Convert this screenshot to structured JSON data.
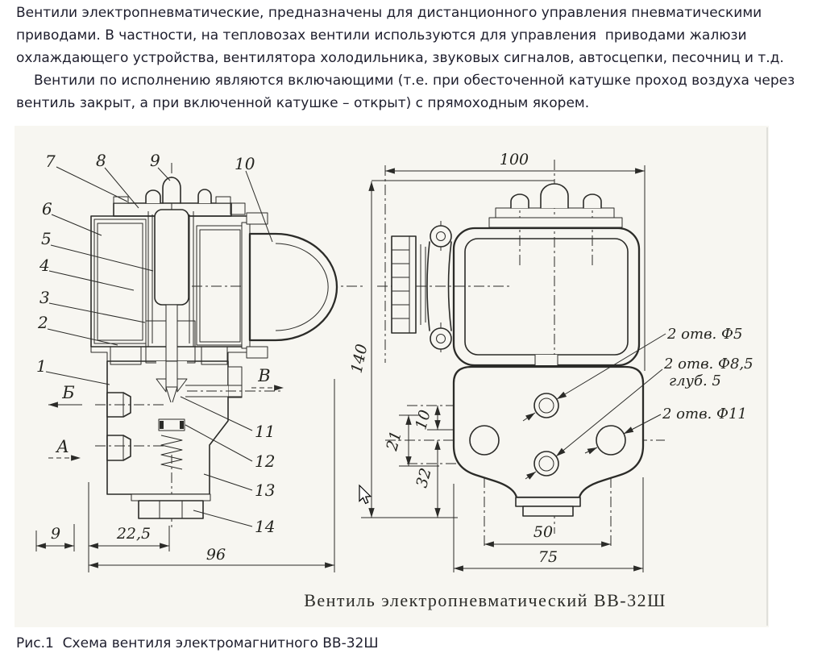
{
  "page": {
    "paragraphs": [
      "Вентили электропневматические, предназначены для дистанционного управления пневматическими приводами. В частности, на тепловозах вентили используются для управления  приводами жалюзи охлаждающего устройства, вентилятора холодильника, звуковых сигналов, автосцепки, песочниц и т.д.",
      "Вентили по исполнению являются включающими (т.е. при обесточенной катушке проход воздуха через вентиль закрыт, а при включенной катушке – открыт) с прямоходным якорем."
    ],
    "figure_caption": "Рис.1  Схема вентиля электромагнитного ВВ-32Ш"
  },
  "figure": {
    "title": "Вентиль электропневматический ВВ-32Ш",
    "callouts": {
      "n1": "1",
      "n2": "2",
      "n3": "3",
      "n4": "4",
      "n5": "5",
      "n6": "6",
      "n7": "7",
      "n8": "8",
      "n9": "9",
      "n10": "10",
      "n11": "11",
      "n12": "12",
      "n13": "13",
      "n14": "14"
    },
    "sections": {
      "a": "А",
      "b": "Б",
      "v": "В"
    },
    "dimensions": {
      "d9": "9",
      "d22_5": "22,5",
      "d96": "96",
      "d100": "100",
      "d140": "140",
      "d10": "10",
      "d21": "21",
      "d32": "32",
      "d50": "50",
      "d75": "75"
    },
    "hole_notes": {
      "f5": "2 отв. Ф5",
      "f85": "2 отв. Ф8,5",
      "f85_depth": "глуб. 5",
      "f11": "2 отв. Ф11"
    },
    "colors": {
      "ink": "#2b2b28",
      "scan_bg": "#f7f6f1",
      "text": "#1e1e2d"
    }
  }
}
